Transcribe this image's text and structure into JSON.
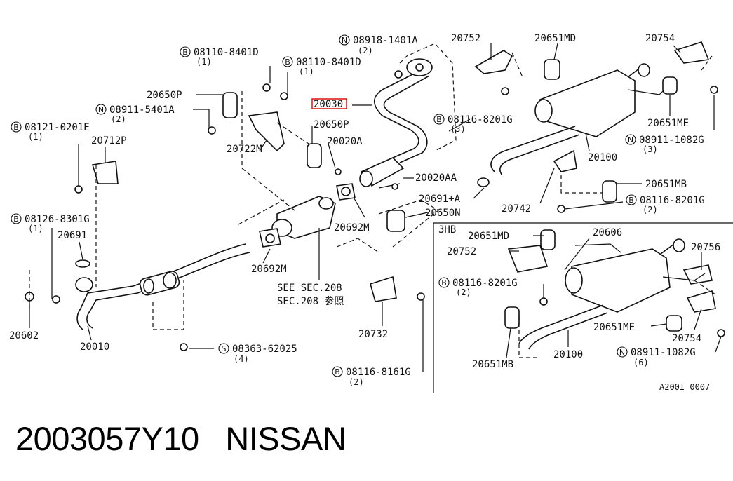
{
  "diagram": {
    "labels": {
      "l_08918": "08918-1401A",
      "l_08918_q": "(2)",
      "l_20752_top": "20752",
      "l_20651MD_top": "20651MD",
      "l_20754_top": "20754",
      "l_08110_a": "08110-8401D",
      "l_08110_a_q": "(1)",
      "l_08110_b": "08110-8401D",
      "l_08110_b_q": "(1)",
      "l_20650P_a": "20650P",
      "l_20030": "20030",
      "l_08911_5401A": "08911-5401A",
      "l_08911_5401A_q": "(2)",
      "l_08121": "08121-0201E",
      "l_08121_q": "(1)",
      "l_20712P": "20712P",
      "l_20722M": "20722M",
      "l_20650P_b": "20650P",
      "l_20020A": "20020A",
      "l_08116_8201G_top": "08116-8201G",
      "l_08116_8201G_top_q": "(3)",
      "l_20651ME_top": "20651ME",
      "l_08911_1082G_top": "08911-1082G",
      "l_08911_1082G_top_q": "(3)",
      "l_20100_top": "20100",
      "l_20020AA": "20020AA",
      "l_20651MB_top": "20651MB",
      "l_20691A": "20691+A",
      "l_20650N": "20650N",
      "l_20742": "20742",
      "l_08116_8201G_mid": "08116-8201G",
      "l_08116_8201G_mid_q": "(2)",
      "l_08126": "08126-8301G",
      "l_08126_q": "(1)",
      "l_20691": "20691",
      "l_20692M_a": "20692M",
      "l_3HB": "3HB",
      "l_20651MD_b": "20651MD",
      "l_20606": "20606",
      "l_20752_b": "20752",
      "l_20756": "20756",
      "l_20692M_b": "20692M",
      "l_see1": "SEE SEC.208",
      "l_see2": "SEC.208 参照",
      "l_08116_8201G_b": "08116-8201G",
      "l_08116_8201G_b_q": "(2)",
      "l_20602": "20602",
      "l_20732": "20732",
      "l_20651ME_b": "20651ME",
      "l_20754_b": "20754",
      "l_20010": "20010",
      "l_08363": "08363-62025",
      "l_08363_q": "(4)",
      "l_20100_b": "20100",
      "l_08911_1082G_b": "08911-1082G",
      "l_08911_1082G_b_q": "(6)",
      "l_20651MB_b": "20651MB",
      "l_08116_8161G": "08116-8161G",
      "l_08116_8161G_q": "(2)",
      "l_ref": "A200I 0007"
    },
    "markers": {
      "m_N_08918": "N",
      "m_B_08110_a": "B",
      "m_B_08110_b": "B",
      "m_N_08911_5401A": "N",
      "m_B_08121": "B",
      "m_B_08116_top": "B",
      "m_N_08911_1082G_top": "N",
      "m_B_08116_mid": "B",
      "m_B_08126": "B",
      "m_B_08116_b": "B",
      "m_S_08363": "S",
      "m_N_08911_1082G_b": "N",
      "m_B_08116_8161G": "B"
    },
    "highlight_color": "#e0201b"
  },
  "caption": {
    "part_number": "2003057Y10",
    "brand": "NISSAN"
  }
}
